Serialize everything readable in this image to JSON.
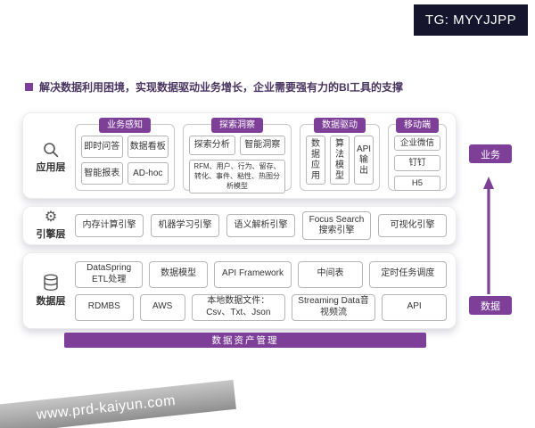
{
  "tg_badge": "TG: MYYJJPP",
  "title": "解决数据利用困境，实现数据驱动业务增长，企业需要强有力的BI工具的支撑",
  "icons": {
    "app_layer": "magnifier-icon",
    "engine_layer": "gear-icon",
    "data_layer": "database-icon",
    "gear_glyph": "⚙"
  },
  "app_layer": {
    "label": "应用层",
    "groups": [
      {
        "header": "业务感知",
        "items": [
          "即时问答",
          "数据看板",
          "智能报表",
          "AD-hoc"
        ]
      },
      {
        "header": "探索洞察",
        "items": [
          "探索分析",
          "智能洞察"
        ],
        "note": "RFM、用户、行为、留存、转化、事件、粘性、热图分析模型"
      },
      {
        "header": "数据驱动",
        "items": [
          "数据应用",
          "算法模型",
          "API输出"
        ]
      },
      {
        "header": "移动端",
        "items": [
          "企业微信",
          "钉钉",
          "H5"
        ]
      }
    ]
  },
  "engine_layer": {
    "label": "引擎层",
    "items": [
      "内存计算引擎",
      "机器学习引擎",
      "语义解析引擎",
      "Focus Search 搜索引擎",
      "可视化引擎"
    ]
  },
  "data_layer": {
    "label": "数据层",
    "row1": [
      "DataSpring ETL处理",
      "数据模型",
      "API Framework",
      "中间表",
      "定时任务调度"
    ],
    "row2": [
      "RDMBS",
      "AWS",
      "本地数据文件：Csv、Txt、Json",
      "Streaming Data音视频流",
      "API"
    ]
  },
  "bottom_bar": "数据资产管理",
  "side": {
    "top_label": "业务",
    "bottom_label": "数据"
  },
  "watermark": "www.prd-kaiyun.com",
  "colors": {
    "purple": "#7d3f98",
    "dark_badge": "#15152e",
    "chip_border": "#b5b5b5"
  }
}
